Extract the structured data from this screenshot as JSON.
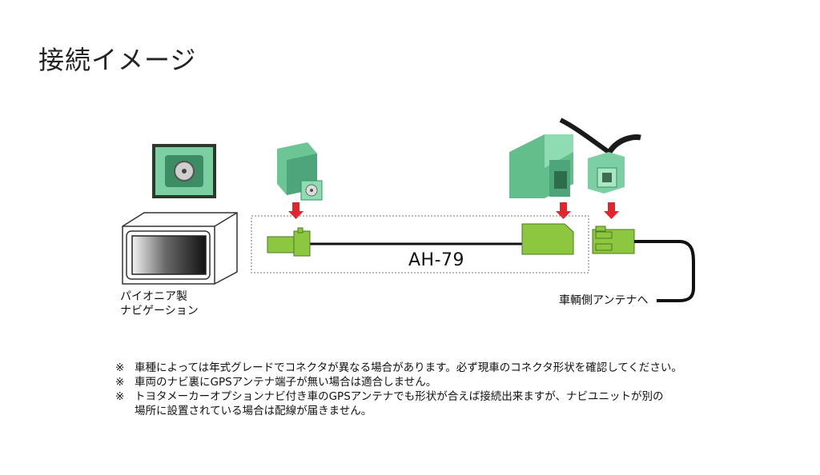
{
  "title": "接続イメージ",
  "product_label": "AH-79",
  "navi_label": [
    "パイオニア製",
    "ナビゲーション"
  ],
  "antenna_label": "車輌側アンテナへ",
  "note_mark": "※",
  "notes": [
    [
      "車種によっては年式グレードでコネクタが異なる場合があります。必ず現車のコネクタ形状を確認してください。"
    ],
    [
      "車両のナビ裏にGPSアンテナ端子が無い場合は適合しません。"
    ],
    [
      "トヨタメーカーオプションナビ付き車のGPSアンテナでも形状が合えば接続出来ますが、ナビユニットが別の",
      "場所に設置されている場合は配線が届きません。"
    ]
  ],
  "colors": {
    "connector_green": "#7ccfa2",
    "connector_dark": "#4ea57c",
    "cable_green": "#8dc63f",
    "arrow_red": "#e8222a",
    "cable_black": "#111111"
  }
}
